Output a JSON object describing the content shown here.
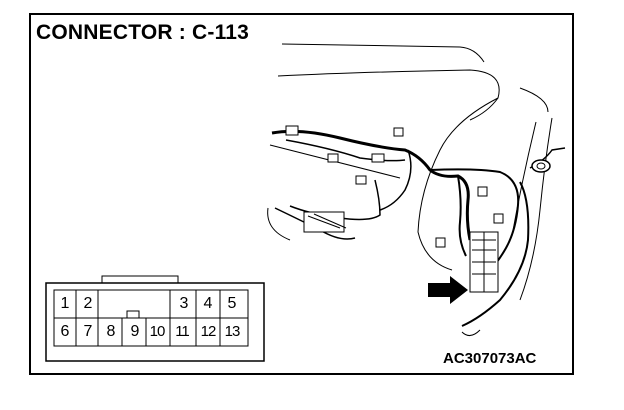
{
  "title": "CONNECTOR : C-113",
  "figure_code": "AC307073AC",
  "connector": {
    "top_row": [
      "1",
      "2",
      "3",
      "4",
      "5"
    ],
    "bottom_row": [
      "6",
      "7",
      "8",
      "9",
      "10",
      "11",
      "12",
      "13"
    ]
  },
  "colors": {
    "line": "#000000",
    "background": "#ffffff"
  }
}
